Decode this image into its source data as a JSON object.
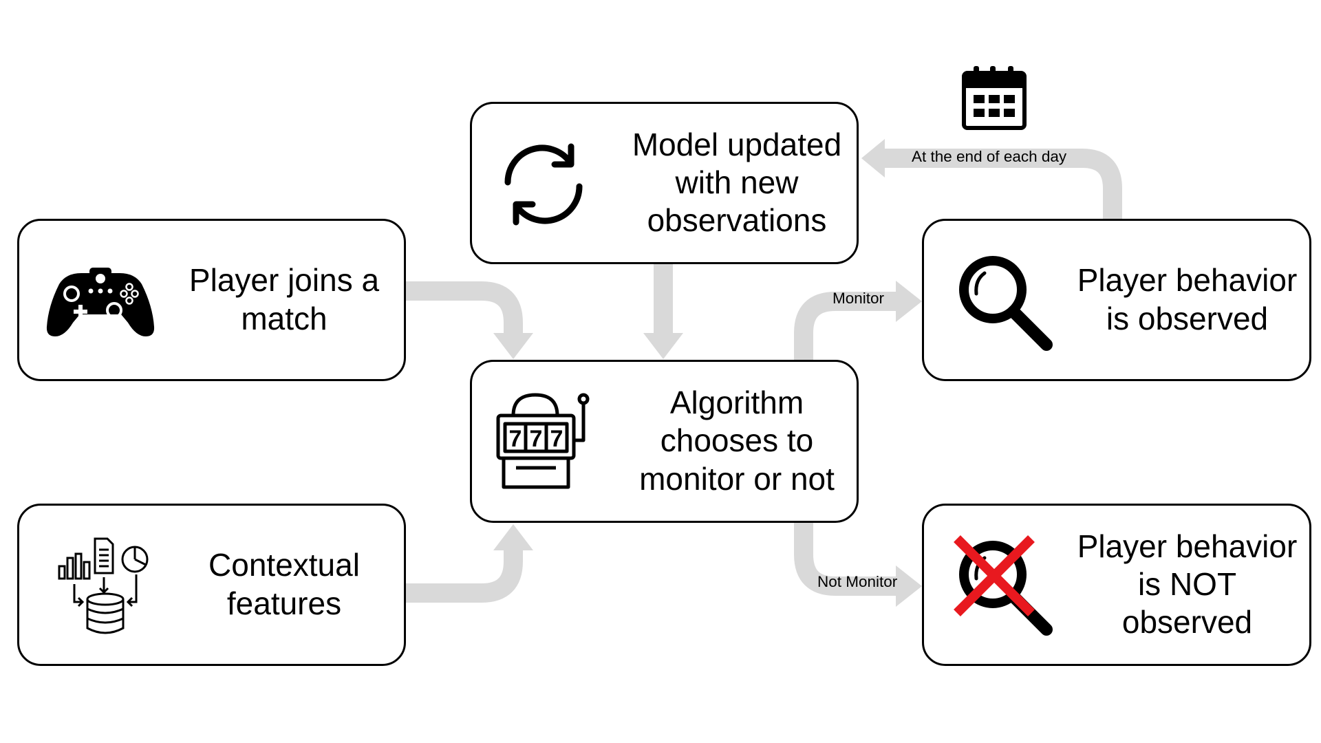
{
  "nodes": {
    "player_joins": {
      "label": "Player joins a\nmatch",
      "icon": "gamepad-icon"
    },
    "contextual_features": {
      "label": "Contextual\nfeatures",
      "icon": "data-database-icon"
    },
    "model_updated": {
      "label": "Model updated\nwith new\nobservations",
      "icon": "refresh-icon"
    },
    "algorithm": {
      "label": "Algorithm\nchooses to\nmonitor or not",
      "icon": "slot-machine-icon"
    },
    "observed": {
      "label": "Player behavior\nis observed",
      "icon": "magnifier-icon"
    },
    "not_observed": {
      "label": "Player behavior\nis NOT\nobserved",
      "icon": "crossed-magnifier-icon"
    }
  },
  "edges": {
    "monitor": "Monitor",
    "not_monitor": "Not Monitor",
    "daily_update": "At the end of each day"
  },
  "extra_icons": {
    "daily_update": "calendar-icon"
  },
  "colors": {
    "arrow": "#d9d9d9",
    "border": "#000000",
    "cross": "#e8191f"
  }
}
